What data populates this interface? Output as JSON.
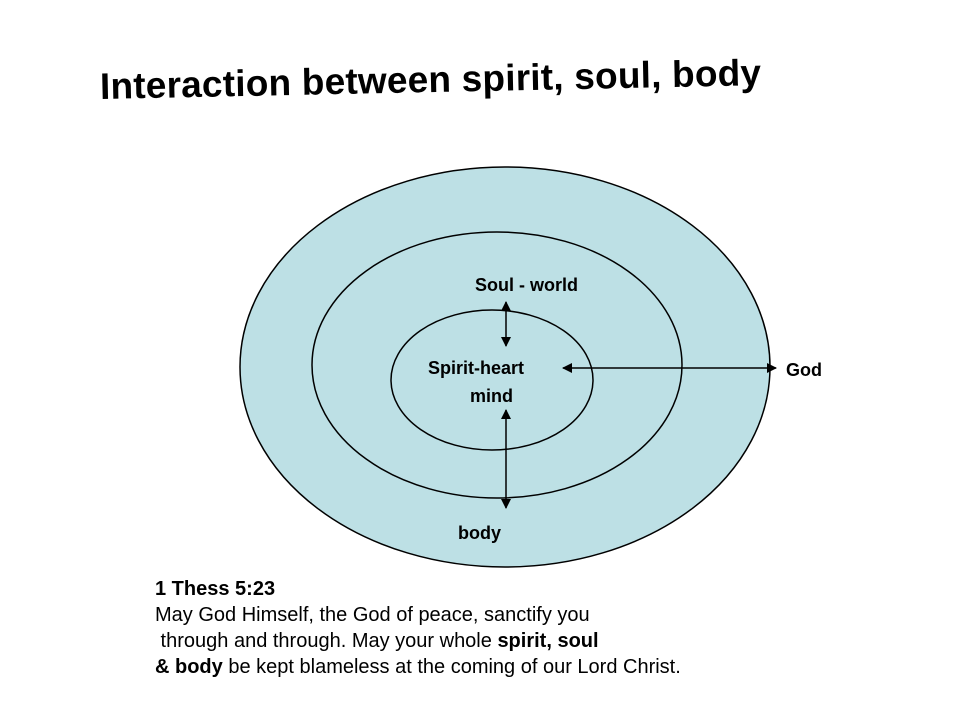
{
  "slide": {
    "title": "Interaction between spirit, soul, body"
  },
  "diagram": {
    "labels": {
      "soul": "Soul - world",
      "spirit": "Spirit-heart",
      "mind": "mind",
      "body": "body",
      "god": "God"
    },
    "colors": {
      "outer_fill": "#bde0e5",
      "stroke": "#000000"
    }
  },
  "verse": {
    "reference": "1 Thess 5:23",
    "line1": "May God Himself, the God of peace, sanctify you",
    "line2_plain": " through and through. May your whole ",
    "line2_bold": "spirit, soul",
    "line3_bold": "& body",
    "line3_plain": " be kept blameless at the coming of our Lord Christ."
  }
}
